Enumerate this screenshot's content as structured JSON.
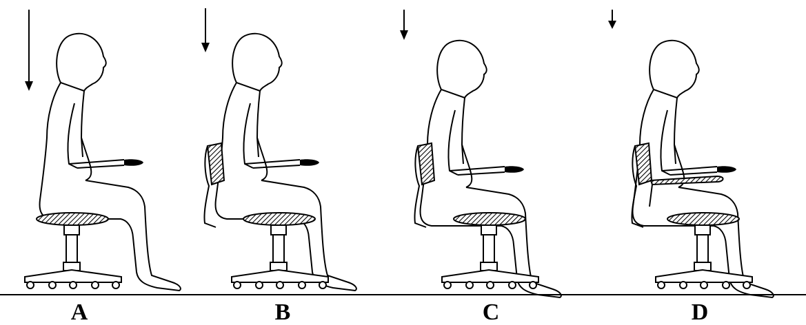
{
  "figure": {
    "panels": [
      {
        "id": "A",
        "label": "A",
        "backrest": false,
        "armrest": false,
        "arrow": "longest"
      },
      {
        "id": "B",
        "label": "B",
        "backrest": true,
        "armrest": false,
        "arrow": "long"
      },
      {
        "id": "C",
        "label": "C",
        "backrest": true,
        "armrest": false,
        "arrow": "medium"
      },
      {
        "id": "D",
        "label": "D",
        "backrest": true,
        "armrest": true,
        "arrow": "short"
      }
    ],
    "colors": {
      "ink": "#000000",
      "background": "#ffffff"
    }
  }
}
